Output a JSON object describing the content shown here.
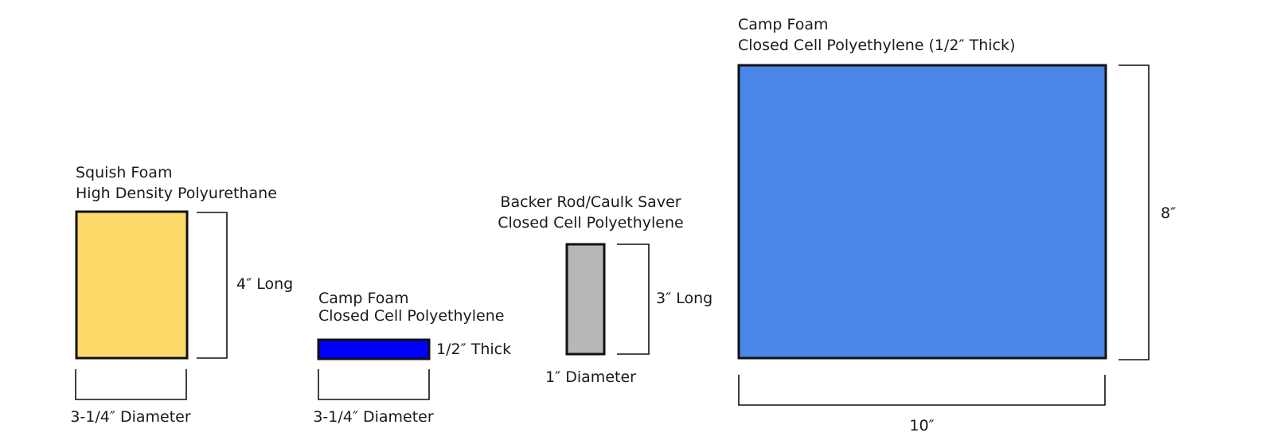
{
  "colors": {
    "yellow": "#FDD96A",
    "navy_blue": "#0000FF",
    "gray": "#B7B7B7",
    "light_blue": "#4A86E8"
  },
  "squish_foam": {
    "title": "Squish Foam",
    "subtitle": "High Density Polyurethane",
    "length_label": "4″ Long",
    "diameter_label": "3-1/4″ Diameter"
  },
  "camp_foam_small": {
    "title": "Camp Foam",
    "subtitle": "Closed Cell Polyethylene",
    "thickness_label": "1/2″ Thick",
    "diameter_label": "3-1/4″ Diameter"
  },
  "backer_rod": {
    "title": "Backer Rod/Caulk Saver",
    "subtitle": "Closed Cell Polyethylene",
    "length_label": "3″ Long",
    "diameter_label": "1″ Diameter"
  },
  "camp_foam_large": {
    "title": "Camp Foam",
    "subtitle": "Closed Cell Polyethylene (1/2″ Thick)",
    "height_label": "8″",
    "width_label": "10″"
  }
}
